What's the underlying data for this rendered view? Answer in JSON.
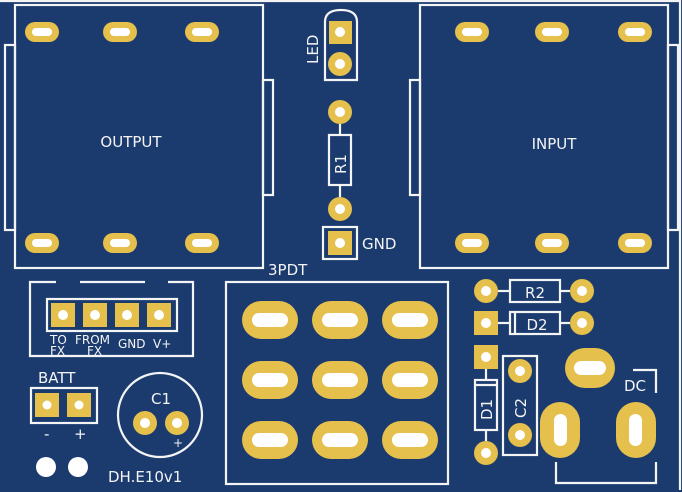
{
  "board": {
    "background": "#1b3b6f",
    "copper": "#e6c04d",
    "silkscreen": "#f4f4f4"
  },
  "labels": {
    "output": "OUTPUT",
    "input": "INPUT",
    "led": "LED",
    "r1": "R1",
    "gnd": "GND",
    "switch": "3PDT",
    "to_fx": [
      "TO",
      "FX"
    ],
    "from_fx": [
      "FROM",
      "FX"
    ],
    "header_gnd": "GND",
    "header_vplus": "V+",
    "batt": "BATT",
    "batt_minus": "-",
    "batt_plus": "+",
    "c1": "C1",
    "c1_plus": "+",
    "version": "DH.E10v1",
    "r2": "R2",
    "d2": "D2",
    "d1": "D1",
    "c2": "C2",
    "dc": "DC"
  }
}
